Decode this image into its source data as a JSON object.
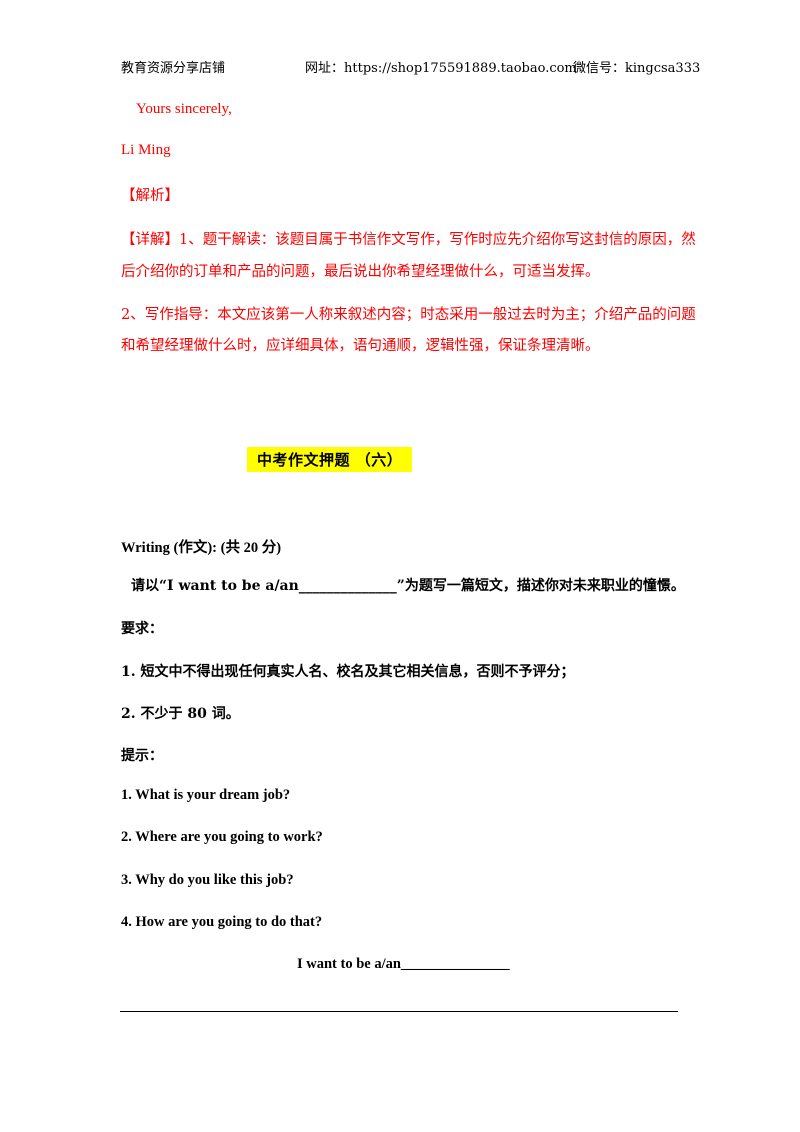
{
  "header": {
    "shop_name": "教育资源分享店铺",
    "website": "网址：https://shop175591889.taobao.com",
    "wechat": "微信号：kingcsa333"
  },
  "letter_end": {
    "closing": "Yours sincerely,",
    "signature": "Li Ming"
  },
  "analysis": {
    "heading": "【解析】",
    "detail_line1": "【详解】1、题干解读：该题目属于书信作文写作，写作时应先介绍你写这封信的原因，然",
    "detail_line2": "后介绍你的订单和产品的问题，最后说出你希望经理做什么，可适当发挥。",
    "guide_line1": "2、写作指导：本文应该第一人称来叙述内容；时态采用一般过去时为主；介绍产品的问题",
    "guide_line2": "和希望经理做什么时，应详细具体，语句通顺，逻辑性强，保证条理清晰。"
  },
  "section": {
    "title": "中考作文押题 （六）"
  },
  "task": {
    "writing_label": "Writing (作文): (共 20 分)",
    "instruction": "请以“I want to be a/an______________”为题写一篇短文，描述你对未来职业的憧憬。",
    "requirements_label": "要求：",
    "requirement_1": "1. 短文中不得出现任何真实人名、校名及其它相关信息，否则不予评分；",
    "requirement_2": "2. 不少于 80 词。",
    "hints_label": "提示：",
    "hint_1": "1. What is your dream job?",
    "hint_2": "2. Where are you going to work?",
    "hint_3": "3. Why do you like this job?",
    "hint_4": "4. How are you going to do that?",
    "essay_title": "I want to be a/an_______________"
  }
}
